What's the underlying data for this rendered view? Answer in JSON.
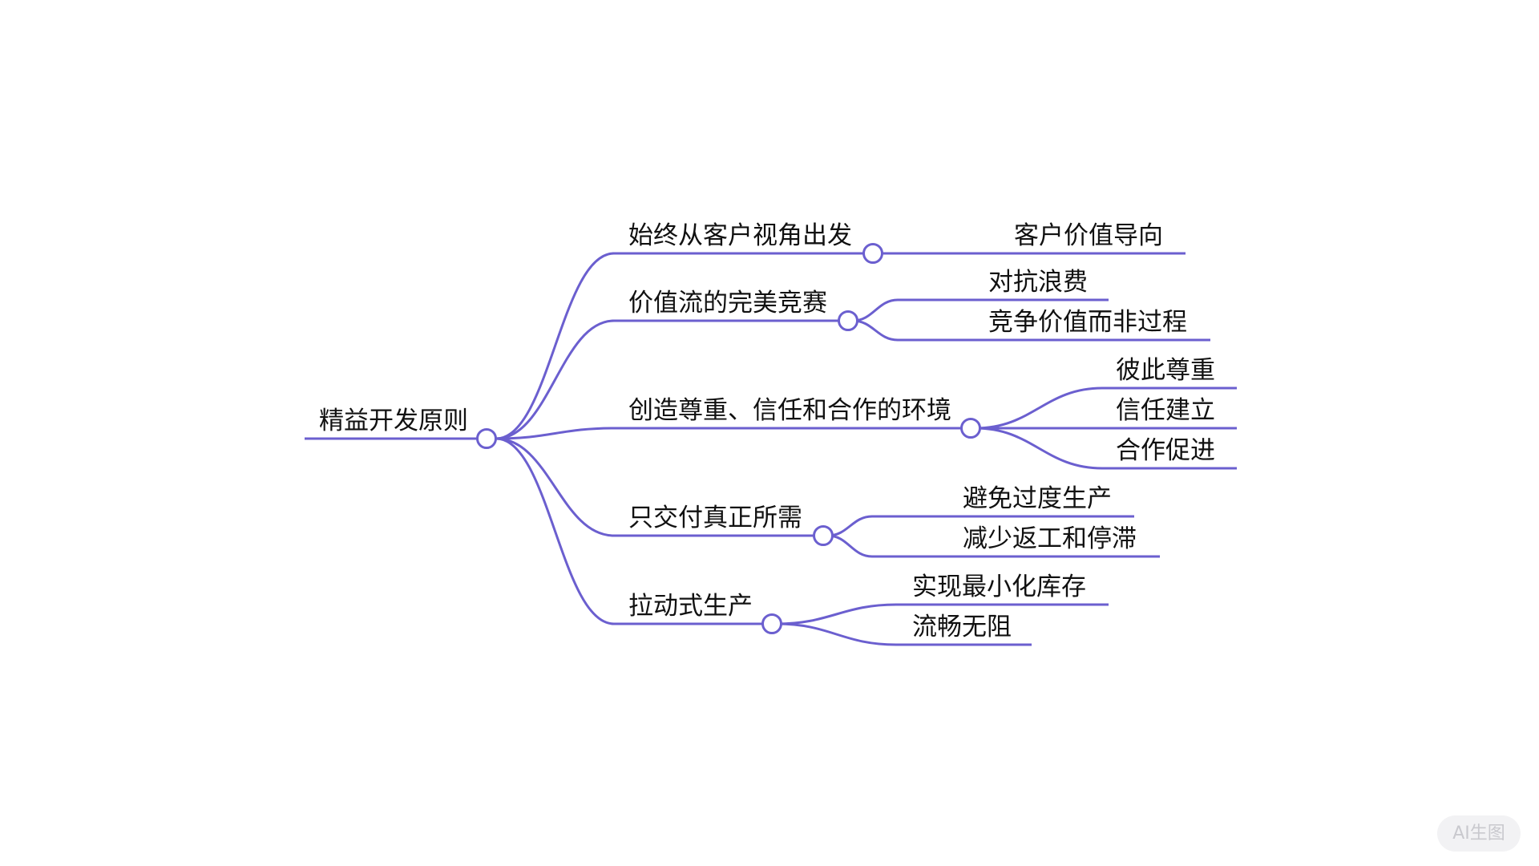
{
  "colors": {
    "line": "#6b5fcf",
    "node_fill": "#ffffff",
    "text": "#111111"
  },
  "mindmap": {
    "root": {
      "label": "精益开发原则"
    },
    "branches": [
      {
        "label": "始终从客户视角出发",
        "children": [
          "客户价值导向"
        ]
      },
      {
        "label": "价值流的完美竞赛",
        "children": [
          "对抗浪费",
          "竞争价值而非过程"
        ]
      },
      {
        "label": "创造尊重、信任和合作的环境",
        "children": [
          "彼此尊重",
          "信任建立",
          "合作促进"
        ]
      },
      {
        "label": "只交付真正所需",
        "children": [
          "避免过度生产",
          "减少返工和停滞"
        ]
      },
      {
        "label": "拉动式生产",
        "children": [
          "实现最小化库存",
          "流畅无阻"
        ]
      }
    ]
  },
  "watermark": {
    "label": "AI生图"
  }
}
